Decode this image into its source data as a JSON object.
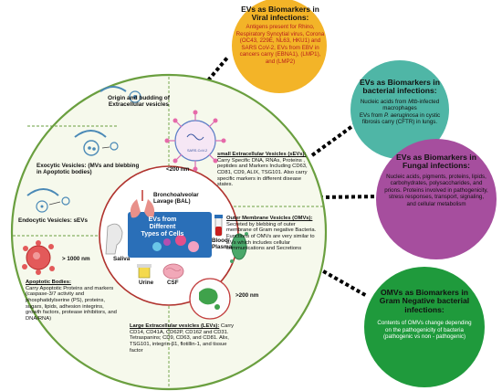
{
  "colors": {
    "outer_circle": "#6a9f3f",
    "inner_ring": "#b0332e",
    "viral_bubble": "#f3b428",
    "viral_text": "#b81d1d",
    "bacterial_bubble": "#4fb6a6",
    "fungal_bubble": "#a64e9e",
    "gram_bubble": "#1f9a3c",
    "center_box": "#2a6fb8",
    "dots": "#000000"
  },
  "center": {
    "title": "EVs from Different Types of Cells",
    "bal_label": "Bronchoalveolar Lavage (BAL)",
    "saliva_label": "Saliva",
    "urine_label": "Urine",
    "csf_label": "CSF",
    "blood_label": "Blood/ Plasma"
  },
  "sections": {
    "origin_title": "Origin and budding of Extracellular vesicles",
    "exocytic_label": "Exocytic Vesicles: (MVs and blebbing in Apoptotic bodies)",
    "endocytic_label": "Endocytic Vesicles: sEVs",
    "size_sev": "<200 nm",
    "sev_heading": "small Extracellular Vesicles (sEVs):",
    "sev_text": "Carry Specific DNA, RNAs, Proteins , peptides and Markers Including CD63, CD81, CD9, ALIX, TSG101. Also carry specific markers in different disease states.",
    "omv_heading": "Outer Membrane Vesicles (OMVs):",
    "omv_text": "Secreted by blebbing of outer membrane of Gram negative Bacteria. Functions of OMVs are very similar to EVs which includes cellular communications and Secretions",
    "size_apoptotic": "> 1000 nm",
    "apoptotic_heading": "Apoptotic Bodies:",
    "apoptotic_text": "Carry Apoptotic Proteins and markers (caspase-3/7 activity and phosphatidylserine (PS), proteins, sugars, lipids, adhesion integrins, growth factors, protease inhibitors, and DNA/RNA)",
    "size_lev": ">200 nm",
    "lev_heading": "Large Extracellular vesicles (LEVs):",
    "lev_text": "Carry CD14, CD41A, CD62P, CD162 and CD31. Tetraspanins; CD9, CD63, and CD81. Alix, TSG101, integrin-β1, flotillin-1, and tissue factor",
    "virus_label": "SARS-CoV-2"
  },
  "bubbles": {
    "viral": {
      "title": "EVs as Biomarkers in Viral infections:",
      "body": "Antigens present for Rhino, Respiratory Syncytial virus, Corona (OC43, 229E, NL63, HKU1) and SARS CoV-2, EVs from EBV in cancers carry (EBNA1), (LMP1), and (LMP2)"
    },
    "bacterial": {
      "title": "EVs as Biomarkers in bacterial infections:",
      "body_1": "Nucleic acids from ",
      "body_1_italic": "Mtb",
      "body_1b": "-infected macrophages",
      "body_2": "EVs from ",
      "body_2_italic": "P. aeruginosa",
      "body_2b": " in cystic fibrosis carry (CFTR) in lungs."
    },
    "fungal": {
      "title": "EVs as Biomarkers in Fungal infections:",
      "body": "Nucleic acids, pigments, proteins, lipids, carbohydrates, polysaccharides, and prions. Proteins involved in pathogenicity, stress responses, transport, signaling, and cellular metabolism"
    },
    "gram": {
      "title": "OMVs as Biomarkers in Gram Negative bacterial infections:",
      "body": "Contents of OMVs change depending on the pathogenicity of bacteria (pathogenic vs non - pathogenic)"
    }
  }
}
